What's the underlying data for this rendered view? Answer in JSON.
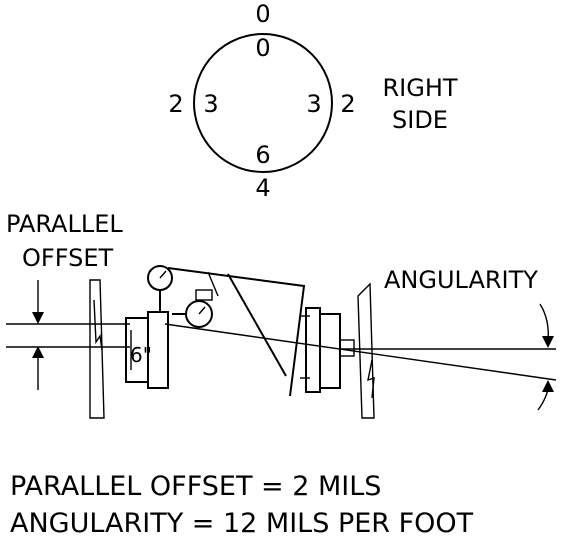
{
  "dial": {
    "outer_top": "0",
    "inner_top": "0",
    "outer_left": "2",
    "inner_left": "3",
    "inner_right": "3",
    "outer_right": "2",
    "inner_bottom": "6",
    "outer_bottom": "4",
    "side_label_line1": "RIGHT",
    "side_label_line2": "SIDE"
  },
  "labels": {
    "parallel_offset_line1": "PARALLEL",
    "parallel_offset_line2": "OFFSET",
    "angularity": "ANGULARITY",
    "dimension": "6\""
  },
  "results": {
    "line1": "PARALLEL OFFSET = 2 MILS",
    "line2": "ANGULARITY = 12 MILS PER FOOT"
  }
}
